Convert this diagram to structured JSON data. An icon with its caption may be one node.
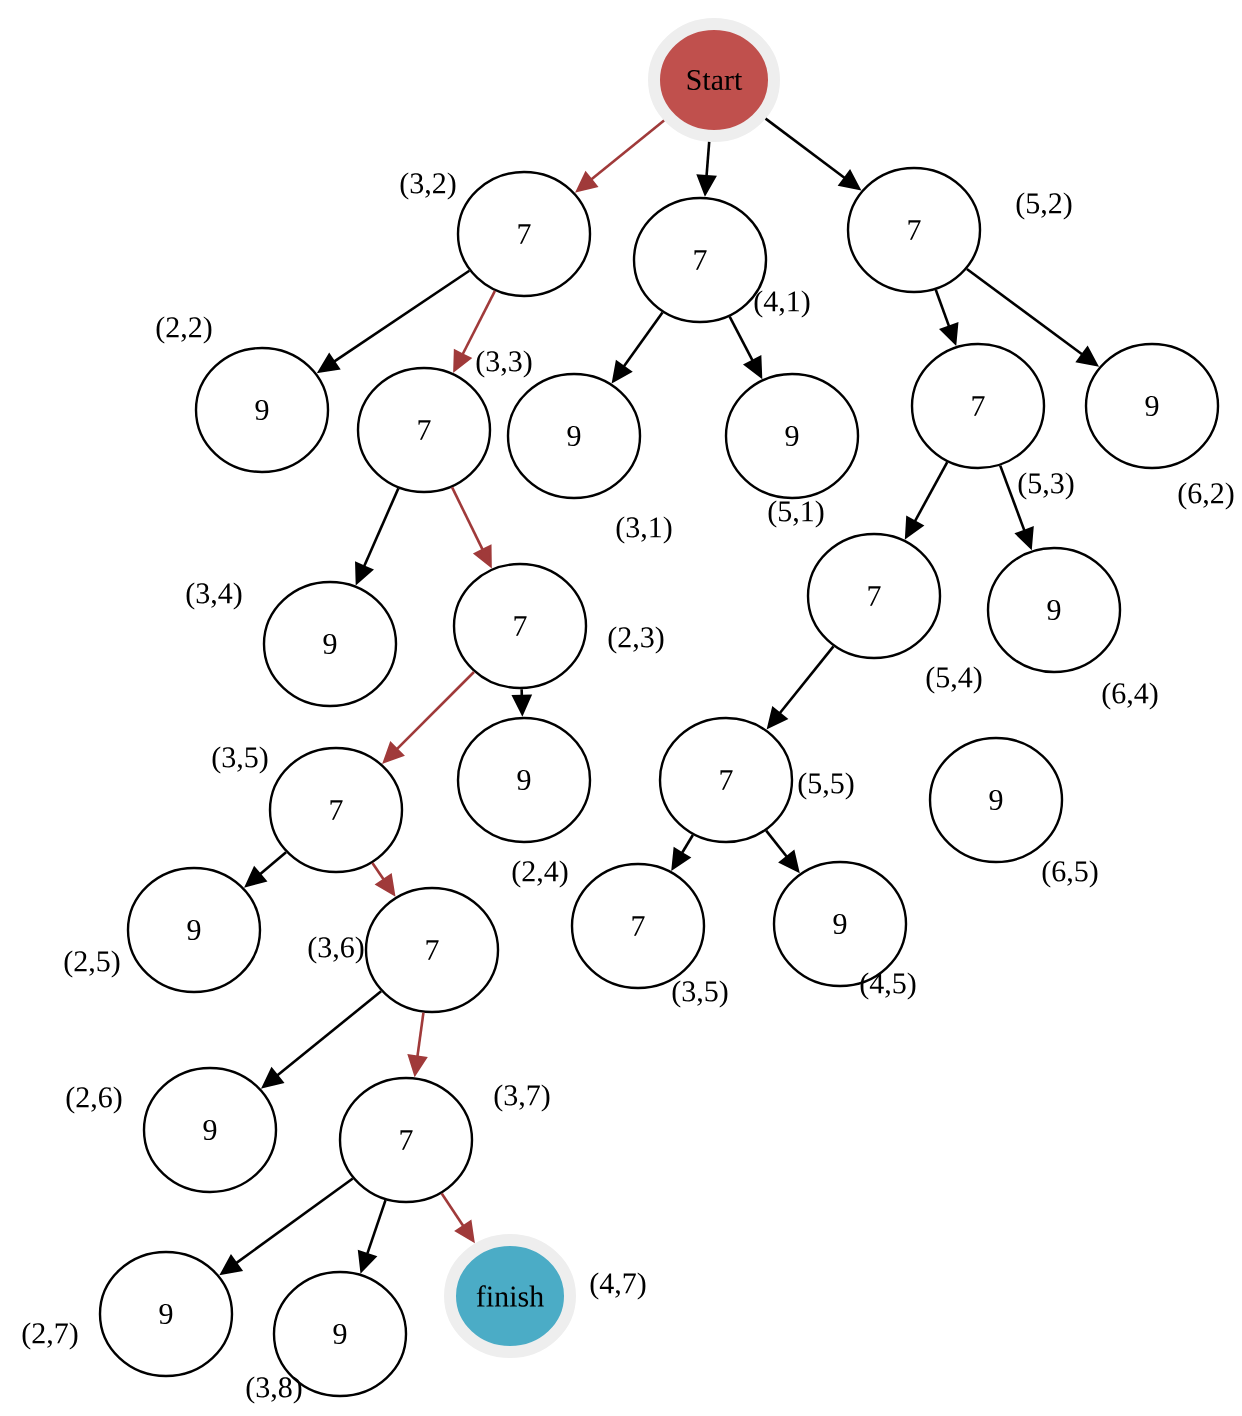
{
  "diagram": {
    "nodes": [
      {
        "text": [
          "Start"
        ]
      },
      {
        "text": [
          "7"
        ],
        "beside": [
          "(3,2)"
        ]
      },
      {
        "text": [
          "7"
        ],
        "beside": [
          "(4,1)"
        ]
      },
      {
        "text": [
          "7"
        ],
        "beside": [
          "(5,2)"
        ]
      },
      {
        "text": [
          "9"
        ],
        "beside": [
          "(2,2)"
        ]
      },
      {
        "text": [
          "7"
        ],
        "beside": [
          "(3,3)"
        ]
      },
      {
        "text": [
          "9"
        ],
        "beside": [
          "(3,1)"
        ]
      },
      {
        "text": [
          "9"
        ],
        "beside": [
          "(5,1)"
        ]
      },
      {
        "text": [
          "7"
        ],
        "beside": [
          "(5,3)"
        ]
      },
      {
        "text": [
          "9"
        ],
        "beside": [
          "(6,2)"
        ]
      },
      {
        "text": [
          "9"
        ],
        "beside": [
          "(3,4)"
        ]
      },
      {
        "text": [
          "7"
        ],
        "beside": [
          "(2,3)"
        ]
      },
      {
        "text": [
          "7"
        ],
        "beside": [
          "(5,4)"
        ]
      },
      {
        "text": [
          "9"
        ],
        "beside": [
          "(6,4)"
        ]
      },
      {
        "text": [
          "7"
        ],
        "beside": [
          "(3,5)"
        ]
      },
      {
        "text": [
          "9"
        ],
        "beside": [
          "(2,4)"
        ]
      },
      {
        "text": [
          "7"
        ],
        "beside": [
          "(5,5)"
        ]
      },
      {
        "text": [
          "9"
        ],
        "beside": [
          "(6,5)"
        ]
      },
      {
        "text": [
          "9"
        ],
        "beside": [
          "(2,5)"
        ]
      },
      {
        "text": [
          "7"
        ],
        "beside": [
          "(3,6)"
        ]
      },
      {
        "text": [
          "7"
        ],
        "beside": [
          "(3,5)"
        ]
      },
      {
        "text": [
          "9"
        ],
        "beside": [
          "(4,5)"
        ]
      },
      {
        "text": [
          "9"
        ],
        "beside": [
          "(2,6)"
        ]
      },
      {
        "text": [
          "7"
        ],
        "beside": [
          "(3,7)"
        ]
      },
      {
        "text": [
          "9"
        ],
        "beside": [
          "(2,7)"
        ]
      },
      {
        "text": [
          "9"
        ],
        "beside": [
          "(3,8)"
        ]
      },
      {
        "text": [
          "finish"
        ],
        "beside": [
          "(4,7)"
        ]
      }
    ],
    "edges": [
      {
        "from": 0,
        "to": 1,
        "arrow": "to",
        "color": "#a03a3a"
      },
      {
        "from": 0,
        "to": 2,
        "arrow": "to"
      },
      {
        "from": 0,
        "to": 3,
        "arrow": "to"
      },
      {
        "from": 1,
        "to": 4,
        "arrow": "to"
      },
      {
        "from": 1,
        "to": 5,
        "arrow": "to",
        "color": "#a03a3a"
      },
      {
        "from": 2,
        "to": 6,
        "arrow": "to"
      },
      {
        "from": 2,
        "to": 7,
        "arrow": "to"
      },
      {
        "from": 3,
        "to": 8,
        "arrow": "to"
      },
      {
        "from": 3,
        "to": 9,
        "arrow": "to"
      },
      {
        "from": 5,
        "to": 10,
        "arrow": "to"
      },
      {
        "from": 5,
        "to": 11,
        "arrow": "to",
        "color": "#a03a3a"
      },
      {
        "from": 8,
        "to": 12,
        "arrow": "to"
      },
      {
        "from": 8,
        "to": 13,
        "arrow": "to"
      },
      {
        "from": 11,
        "to": 14,
        "arrow": "to",
        "color": "#a03a3a"
      },
      {
        "from": 11,
        "to": 15,
        "arrow": "to"
      },
      {
        "from": 12,
        "to": 16,
        "arrow": "to"
      },
      {
        "from": 16,
        "to": 20,
        "arrow": "to"
      },
      {
        "from": 16,
        "to": 21,
        "arrow": "to"
      },
      {
        "from": 14,
        "to": 18,
        "arrow": "to"
      },
      {
        "from": 14,
        "to": 19,
        "arrow": "to",
        "color": "#a03a3a"
      },
      {
        "from": 19,
        "to": 22,
        "arrow": "to"
      },
      {
        "from": 19,
        "to": 23,
        "arrow": "to",
        "color": "#a03a3a"
      },
      {
        "from": 23,
        "to": 24,
        "arrow": "to"
      },
      {
        "from": 23,
        "to": 25,
        "arrow": "to"
      },
      {
        "from": 23,
        "to": 26,
        "arrow": "to",
        "color": "#a03a3a"
      }
    ]
  }
}
